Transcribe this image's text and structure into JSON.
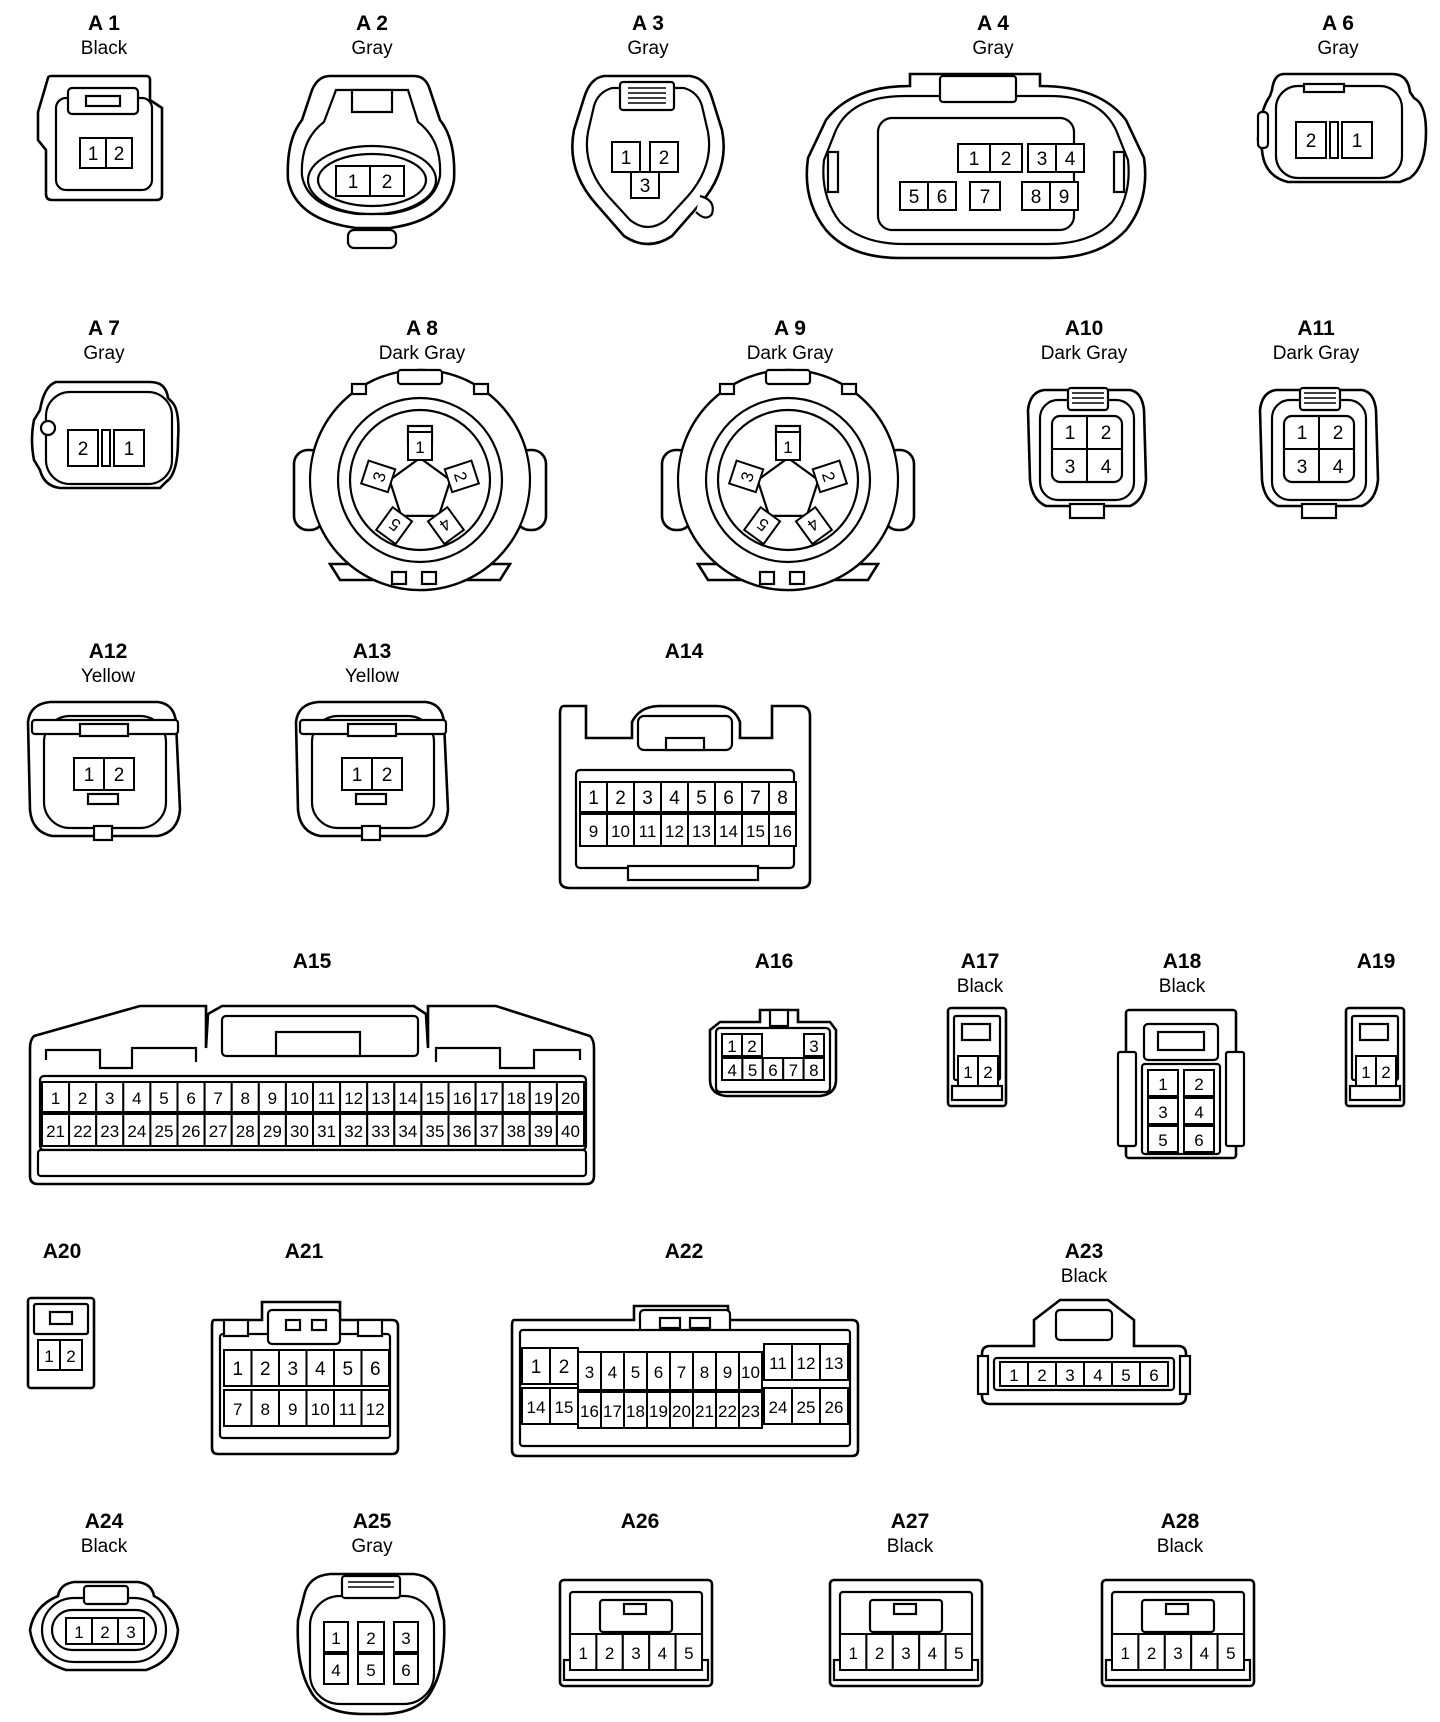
{
  "connectors": [
    {
      "id": "A 1",
      "color": "Black",
      "pins": [
        "1",
        "2"
      ]
    },
    {
      "id": "A 2",
      "color": "Gray",
      "pins": [
        "1",
        "2"
      ]
    },
    {
      "id": "A 3",
      "color": "Gray",
      "pins": [
        "1",
        "2",
        "3"
      ]
    },
    {
      "id": "A 4",
      "color": "Gray",
      "pins": [
        "1",
        "2",
        "3",
        "4",
        "5",
        "6",
        "7",
        "8",
        "9"
      ]
    },
    {
      "id": "A 6",
      "color": "Gray",
      "pins": [
        "2",
        "1"
      ]
    },
    {
      "id": "A 7",
      "color": "Gray",
      "pins": [
        "2",
        "1"
      ]
    },
    {
      "id": "A 8",
      "color": "Dark Gray",
      "pins": [
        "1",
        "2",
        "3",
        "4",
        "5"
      ]
    },
    {
      "id": "A 9",
      "color": "Dark Gray",
      "pins": [
        "1",
        "2",
        "3",
        "4",
        "5"
      ]
    },
    {
      "id": "A10",
      "color": "Dark Gray",
      "pins": [
        "1",
        "2",
        "3",
        "4"
      ]
    },
    {
      "id": "A11",
      "color": "Dark Gray",
      "pins": [
        "1",
        "2",
        "3",
        "4"
      ]
    },
    {
      "id": "A12",
      "color": "Yellow",
      "pins": [
        "1",
        "2"
      ]
    },
    {
      "id": "A13",
      "color": "Yellow",
      "pins": [
        "1",
        "2"
      ]
    },
    {
      "id": "A14",
      "color": "",
      "pins": [
        "1",
        "2",
        "3",
        "4",
        "5",
        "6",
        "7",
        "8",
        "9",
        "10",
        "11",
        "12",
        "13",
        "14",
        "15",
        "16"
      ]
    },
    {
      "id": "A15",
      "color": "",
      "pins": [
        "1",
        "2",
        "3",
        "4",
        "5",
        "6",
        "7",
        "8",
        "9",
        "10",
        "11",
        "12",
        "13",
        "14",
        "15",
        "16",
        "17",
        "18",
        "19",
        "20",
        "21",
        "22",
        "23",
        "24",
        "25",
        "26",
        "27",
        "28",
        "29",
        "30",
        "31",
        "32",
        "33",
        "34",
        "35",
        "36",
        "37",
        "38",
        "39",
        "40"
      ]
    },
    {
      "id": "A16",
      "color": "",
      "pins": [
        "1",
        "2",
        "3",
        "4",
        "5",
        "6",
        "7",
        "8"
      ]
    },
    {
      "id": "A17",
      "color": "Black",
      "pins": [
        "1",
        "2"
      ]
    },
    {
      "id": "A18",
      "color": "Black",
      "pins": [
        "1",
        "2",
        "3",
        "4",
        "5",
        "6"
      ]
    },
    {
      "id": "A19",
      "color": "",
      "pins": [
        "1",
        "2"
      ]
    },
    {
      "id": "A20",
      "color": "",
      "pins": [
        "1",
        "2"
      ]
    },
    {
      "id": "A21",
      "color": "",
      "pins": [
        "1",
        "2",
        "3",
        "4",
        "5",
        "6",
        "7",
        "8",
        "9",
        "10",
        "11",
        "12"
      ]
    },
    {
      "id": "A22",
      "color": "",
      "pins": [
        "1",
        "2",
        "3",
        "4",
        "5",
        "6",
        "7",
        "8",
        "9",
        "10",
        "11",
        "12",
        "13",
        "14",
        "15",
        "16",
        "17",
        "18",
        "19",
        "20",
        "21",
        "22",
        "23",
        "24",
        "25",
        "26"
      ]
    },
    {
      "id": "A23",
      "color": "Black",
      "pins": [
        "1",
        "2",
        "3",
        "4",
        "5",
        "6"
      ]
    },
    {
      "id": "A24",
      "color": "Black",
      "pins": [
        "1",
        "2",
        "3"
      ]
    },
    {
      "id": "A25",
      "color": "Gray",
      "pins": [
        "1",
        "2",
        "3",
        "4",
        "5",
        "6"
      ]
    },
    {
      "id": "A26",
      "color": "",
      "pins": [
        "1",
        "2",
        "3",
        "4",
        "5"
      ]
    },
    {
      "id": "A27",
      "color": "Black",
      "pins": [
        "1",
        "2",
        "3",
        "4",
        "5"
      ]
    },
    {
      "id": "A28",
      "color": "Black",
      "pins": [
        "1",
        "2",
        "3",
        "4",
        "5"
      ]
    }
  ]
}
